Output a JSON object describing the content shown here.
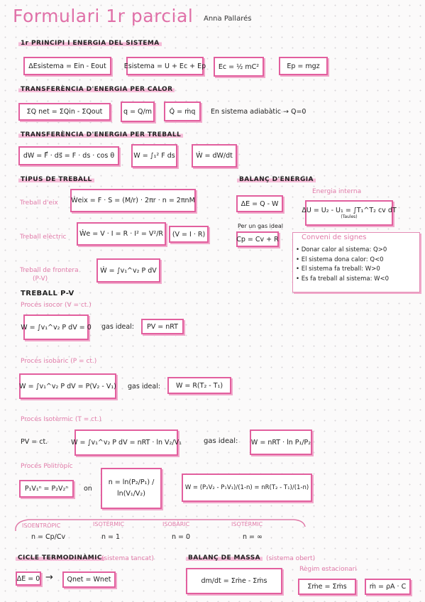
{
  "header": {
    "title": "Formulari 1r parcial",
    "author": "Anna Pallarés"
  },
  "s1": {
    "heading": "1r PRINCIPI I ENERGIA DEL SISTEMA",
    "f1": "ΔEsistema = Ein - Eout",
    "f2": "Esistema = U + Ec + Ep",
    "f3": "Ec = ½ mC²",
    "f4": "Ep = mgz"
  },
  "s2": {
    "heading": "TRANSFERÈNCIA D'ENERGIA PER CALOR",
    "f1": "ΣQ net = ΣQin - ΣQout",
    "f2": "q = Q/m",
    "f3": "Q̇ = ṁq",
    "note": "En sistema adiabàtic → Q=0"
  },
  "s3": {
    "heading": "TRANSFERÈNCIA D'ENERGIA PER TREBALL",
    "f1": "dW = F⃗ · ds⃗ = F · ds · cos θ",
    "f2": "W = ∫₁² F ds",
    "f3": "Ẇ = dW/dt"
  },
  "tipus": {
    "heading": "TIPUS DE TREBALL",
    "eix_label": "Treball d'eix",
    "eix_formula": "Ẇeix = F · S = (M/r) · 2πr · n = 2πnM",
    "elec_label": "Treball elèctric",
    "elec_formula": "Ẇe = V · I = R · I² = V²/R",
    "elec_extra": "(V = I · R)",
    "front_label": "Treball de frontera",
    "front_sub": "(P-V)",
    "front_formula": "Ẇ = ∫v₁^v₂ P dV"
  },
  "balanc": {
    "heading": "BALANÇ D'ENERGIA",
    "f1": "ΔE = Q - W",
    "interna_label": "Energia interna",
    "interna_formula": "ΔU = U₂ - U₁ = ∫T₁^T₂ cv dT",
    "taules": "(Taules)",
    "gas_note": "Per un gas ideal",
    "gas_formula": "Cp = Cv + R"
  },
  "conveni": {
    "heading": "Conveni de signes",
    "items": [
      "Donar calor al sistema: Q>0",
      "El sistema dona calor: Q<0",
      "El sistema fa treball: W>0",
      "Es fa treball al sistema: W<0"
    ]
  },
  "pv": {
    "heading": "TREBALL P-V",
    "isocor_label": "Procés isocor (V = ct.)",
    "isocor_formula": "W = ∫v₁^v₂ P dV = 0",
    "isocor_gas": "gas ideal:",
    "isocor_gas_formula": "PV = nRT",
    "isobaric_label": "Procés isobàric (P = ct.)",
    "isobaric_formula": "W = ∫v₁^v₂ P dV = P(V₂ - V₁)",
    "isobaric_gas": "gas ideal:",
    "isobaric_gas_formula": "W = R(T₂ - T₁)",
    "isoterm_label": "Procés Isotèrmic (T = ct.)",
    "isoterm_pre": "PV = ct.",
    "isoterm_formula": "W = ∫v₁^v₂ P dV = nRT · ln V₂/V₁",
    "isoterm_gas": "gas ideal:",
    "isoterm_gas_formula": "W = nRT · ln P₁/P₂",
    "politrop_label": "Procés Politròpic",
    "politrop_f1": "P₁V₁ⁿ = P₂V₂ⁿ",
    "politrop_on": "on",
    "politrop_n": "n = ln(P₂/P₁) / ln(V₁/V₂)",
    "politrop_w": "W = (P₂V₂ - P₁V₁)/(1-n) = nR(T₂ - T₁)/(1-n)"
  },
  "cases": [
    {
      "name": "ISOENTRÒPIC",
      "value": "n = Cp/Cv"
    },
    {
      "name": "ISOTÈRMIC",
      "value": "n = 1"
    },
    {
      "name": "ISOBÀRIC",
      "value": "n = 0"
    },
    {
      "name": "ISOTÈRMIC",
      "value": "n = ∞"
    }
  ],
  "cicle": {
    "heading": "CICLE TERMODINÀMIC",
    "sub": "(sistema tancat)",
    "f1": "ΔE = 0",
    "f2": "Qnet = Wnet"
  },
  "massa": {
    "heading": "BALANÇ DE MASSA",
    "sub": "(sistema obert)",
    "f1": "dm/dt = Σṁe - Σṁs",
    "regim": "Règim estacionari",
    "f2": "Σṁe = Σṁs",
    "f3": "ṁ = ρA · C"
  }
}
